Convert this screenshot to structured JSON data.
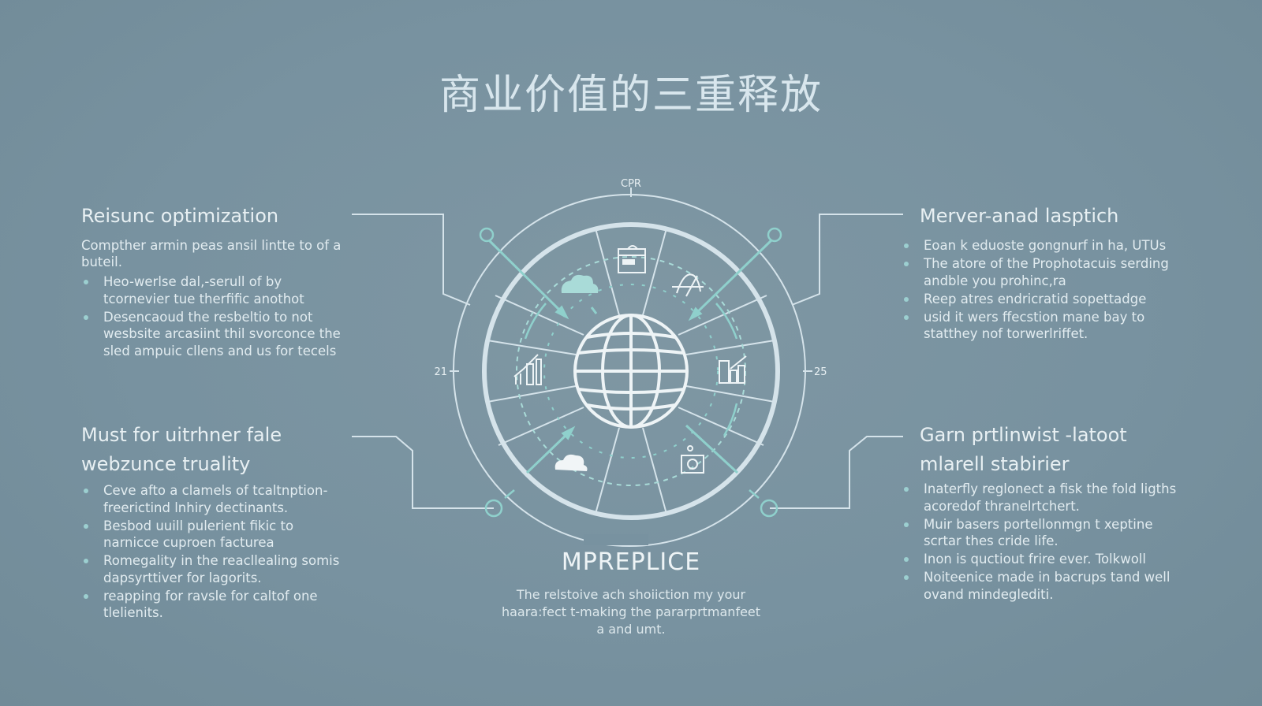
{
  "title": "商业价值的三重释放",
  "diagram": {
    "top_label": "CPR",
    "left_tick": "21",
    "right_tick": "25",
    "center_icon": "globe-icon",
    "segment_icons": [
      "cloud-icon",
      "browser-window-icon",
      "curve-graph-icon",
      "bar-chart-up-icon",
      "building-chart-icon",
      "cloud-icon",
      "settings-panel-icon"
    ],
    "colors": {
      "background": "#7892a0",
      "ring": "#d5e3ea",
      "accent": "#8fd0cc",
      "text": "#e4eef2"
    },
    "center_label": "MPREPLICE",
    "center_description": "The relstoive ach shoiiction my your haara:fect t-making the pararprtmanfeet a and umt."
  },
  "panels": {
    "top_left": {
      "heading": "Reisunc optimization",
      "intro": "Compther armin peas ansil lintte to of a buteil.",
      "bullets": [
        "Heo-werlse dal,-serull of by tcornevier tue therfific anothot",
        "Desencaoud the resbeltio to not wesbsite arcasiint thil svorconce the sled ampuic cllens and us for tecels"
      ]
    },
    "bottom_left": {
      "heading": "Must for uitrhner fale webzunce truality",
      "bullets": [
        "Ceve afto a clamels of tcaltnption-freerictind lnhiry dectinants.",
        "Besbod uuill pulerient fikic to narnicce cuproen facturea",
        "Romegality in the reacllealing somis dapsyrttiver for lagorits.",
        "reapping for ravsle for caltof one tlelienits."
      ]
    },
    "top_right": {
      "heading": "Merver-anad lasptich",
      "bullets": [
        "Eoan k eduoste gongnurf in ha, UTUs",
        "The atore of the Prophotacuis serding andble you prohinc,ra",
        "Reep atres endricratid sopettadge",
        "usid it wers ffecstion mane bay to statthey nof torwerlriffet."
      ]
    },
    "bottom_right": {
      "heading": "Garn prtlinwist -latoot mlarell stabirier",
      "bullets": [
        "Inaterfly reglonect a fisk the fold ligths acoredof thranelrtchert.",
        "Muir basers portellonmgn t xeptine scrtar thes cride life.",
        "Inon is quctiout frire ever. Tolkwoll",
        "Noiteenice made in bacrups tand well ovand mindeglediti."
      ]
    }
  }
}
